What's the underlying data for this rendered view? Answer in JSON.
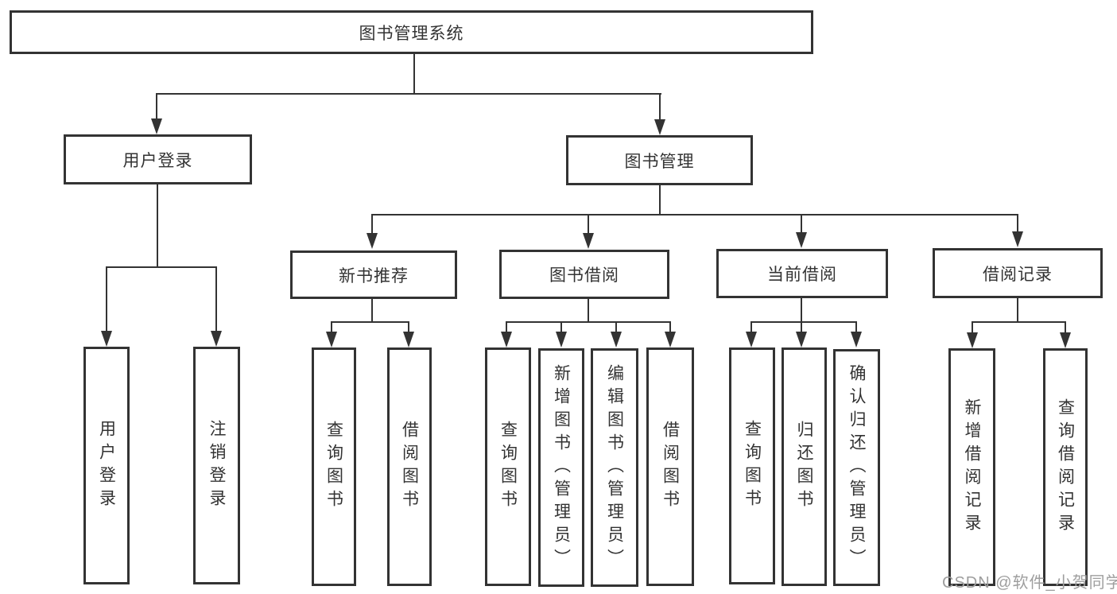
{
  "diagram_title": "图书管理系统",
  "tree": {
    "root": "图书管理系统",
    "branches": [
      {
        "label": "用户登录",
        "children": [
          "用户登录",
          "注销登录"
        ]
      },
      {
        "label": "图书管理",
        "groups": [
          {
            "label": "新书推荐",
            "children": [
              "查询图书",
              "借阅图书"
            ]
          },
          {
            "label": "图书借阅",
            "children": [
              "查询图书",
              "新增图书（管理员）",
              "编辑图书（管理员）",
              "借阅图书"
            ]
          },
          {
            "label": "当前借阅",
            "children": [
              "查询图书",
              "归还图书",
              "确认归还（管理员）"
            ]
          },
          {
            "label": "借阅记录",
            "children": [
              "新增借阅记录",
              "查询借阅记录"
            ]
          }
        ]
      }
    ]
  },
  "watermark": "CSDN @软件_小贺同学",
  "colors": {
    "line": "#333333",
    "text": "#333333",
    "watermark": "#9e9e9e",
    "background": "#ffffff"
  }
}
